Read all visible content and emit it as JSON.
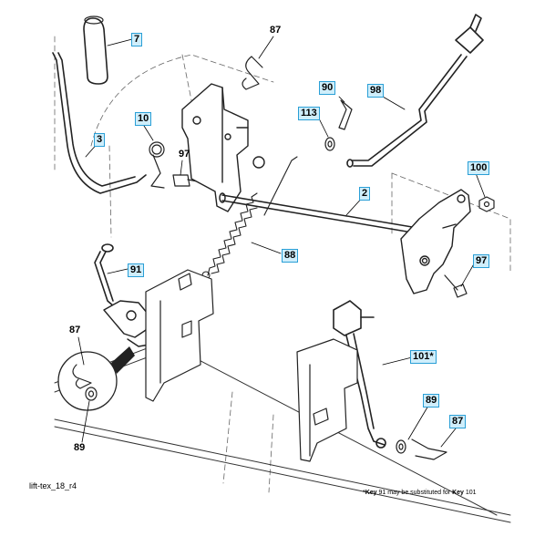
{
  "callouts": {
    "c7": "7",
    "c87_top": "87",
    "c3": "3",
    "c10": "10",
    "c97_left": "97",
    "c90": "90",
    "c98": "98",
    "c113": "113",
    "c2": "2",
    "c100": "100",
    "c88": "88",
    "c91": "91",
    "c97_right": "97",
    "c87_left": "87",
    "c89_left": "89",
    "c101": "101*",
    "c89_right": "89",
    "c87_right": "87"
  },
  "diagram_id": "lift-tex_18_r4",
  "footnote": {
    "p1": "*",
    "k1": "Key",
    "p2": " 91 may be substituted for ",
    "k2": "Key",
    "p3": " 101"
  }
}
